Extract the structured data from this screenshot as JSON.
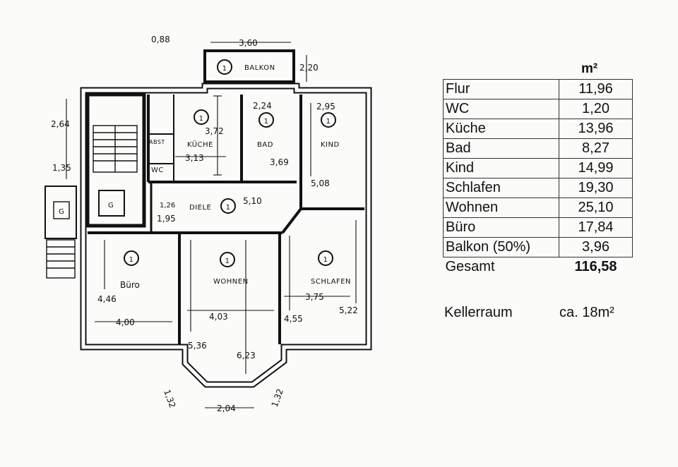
{
  "table": {
    "unit": "m²",
    "rows": [
      {
        "name": "Flur",
        "value": "11,96"
      },
      {
        "name": "WC",
        "value": "1,20"
      },
      {
        "name": "Küche",
        "value": "13,96"
      },
      {
        "name": "Bad",
        "value": "8,27"
      },
      {
        "name": "Kind",
        "value": "14,99"
      },
      {
        "name": "Schlafen",
        "value": "19,30"
      },
      {
        "name": "Wohnen",
        "value": "25,10"
      },
      {
        "name": "Büro",
        "value": "17,84"
      },
      {
        "name": "Balkon (50%)",
        "value": "3,96"
      }
    ],
    "total_label": "Gesamt",
    "total_value": "116,58",
    "keller_label": "Kellerraum",
    "keller_value": "ca. 18m²"
  },
  "plan": {
    "marker": "1",
    "rooms": {
      "balkon": "BALKON",
      "kueche": "KÜCHE",
      "bad": "BAD",
      "kind": "KIND",
      "abst": "ABST",
      "wc": "WC",
      "diele": "DIELE",
      "buero": "Büro",
      "wohnen": "WOHNEN",
      "schlafen": "SCHLAFEN",
      "garage1": "G",
      "garage2": "G"
    },
    "dims": {
      "d088": "0,88",
      "d360": "3,60",
      "d220": "2,20",
      "d224": "2,24",
      "d295": "2,95",
      "d264": "2,64",
      "d135": "1,35",
      "d372": "3,72",
      "d313": "3,13",
      "d369": "3,69",
      "d508": "5,08",
      "d126": "1,26",
      "d195": "1,95",
      "d510": "5,10",
      "d446": "4,46",
      "d400": "4,00",
      "d403": "4,03",
      "d375": "3,75",
      "d455": "4,55",
      "d522": "5,22",
      "d536": "5,36",
      "d623": "6,23",
      "d132a": "1,32",
      "d132b": "1,32",
      "d204": "2,04"
    }
  }
}
